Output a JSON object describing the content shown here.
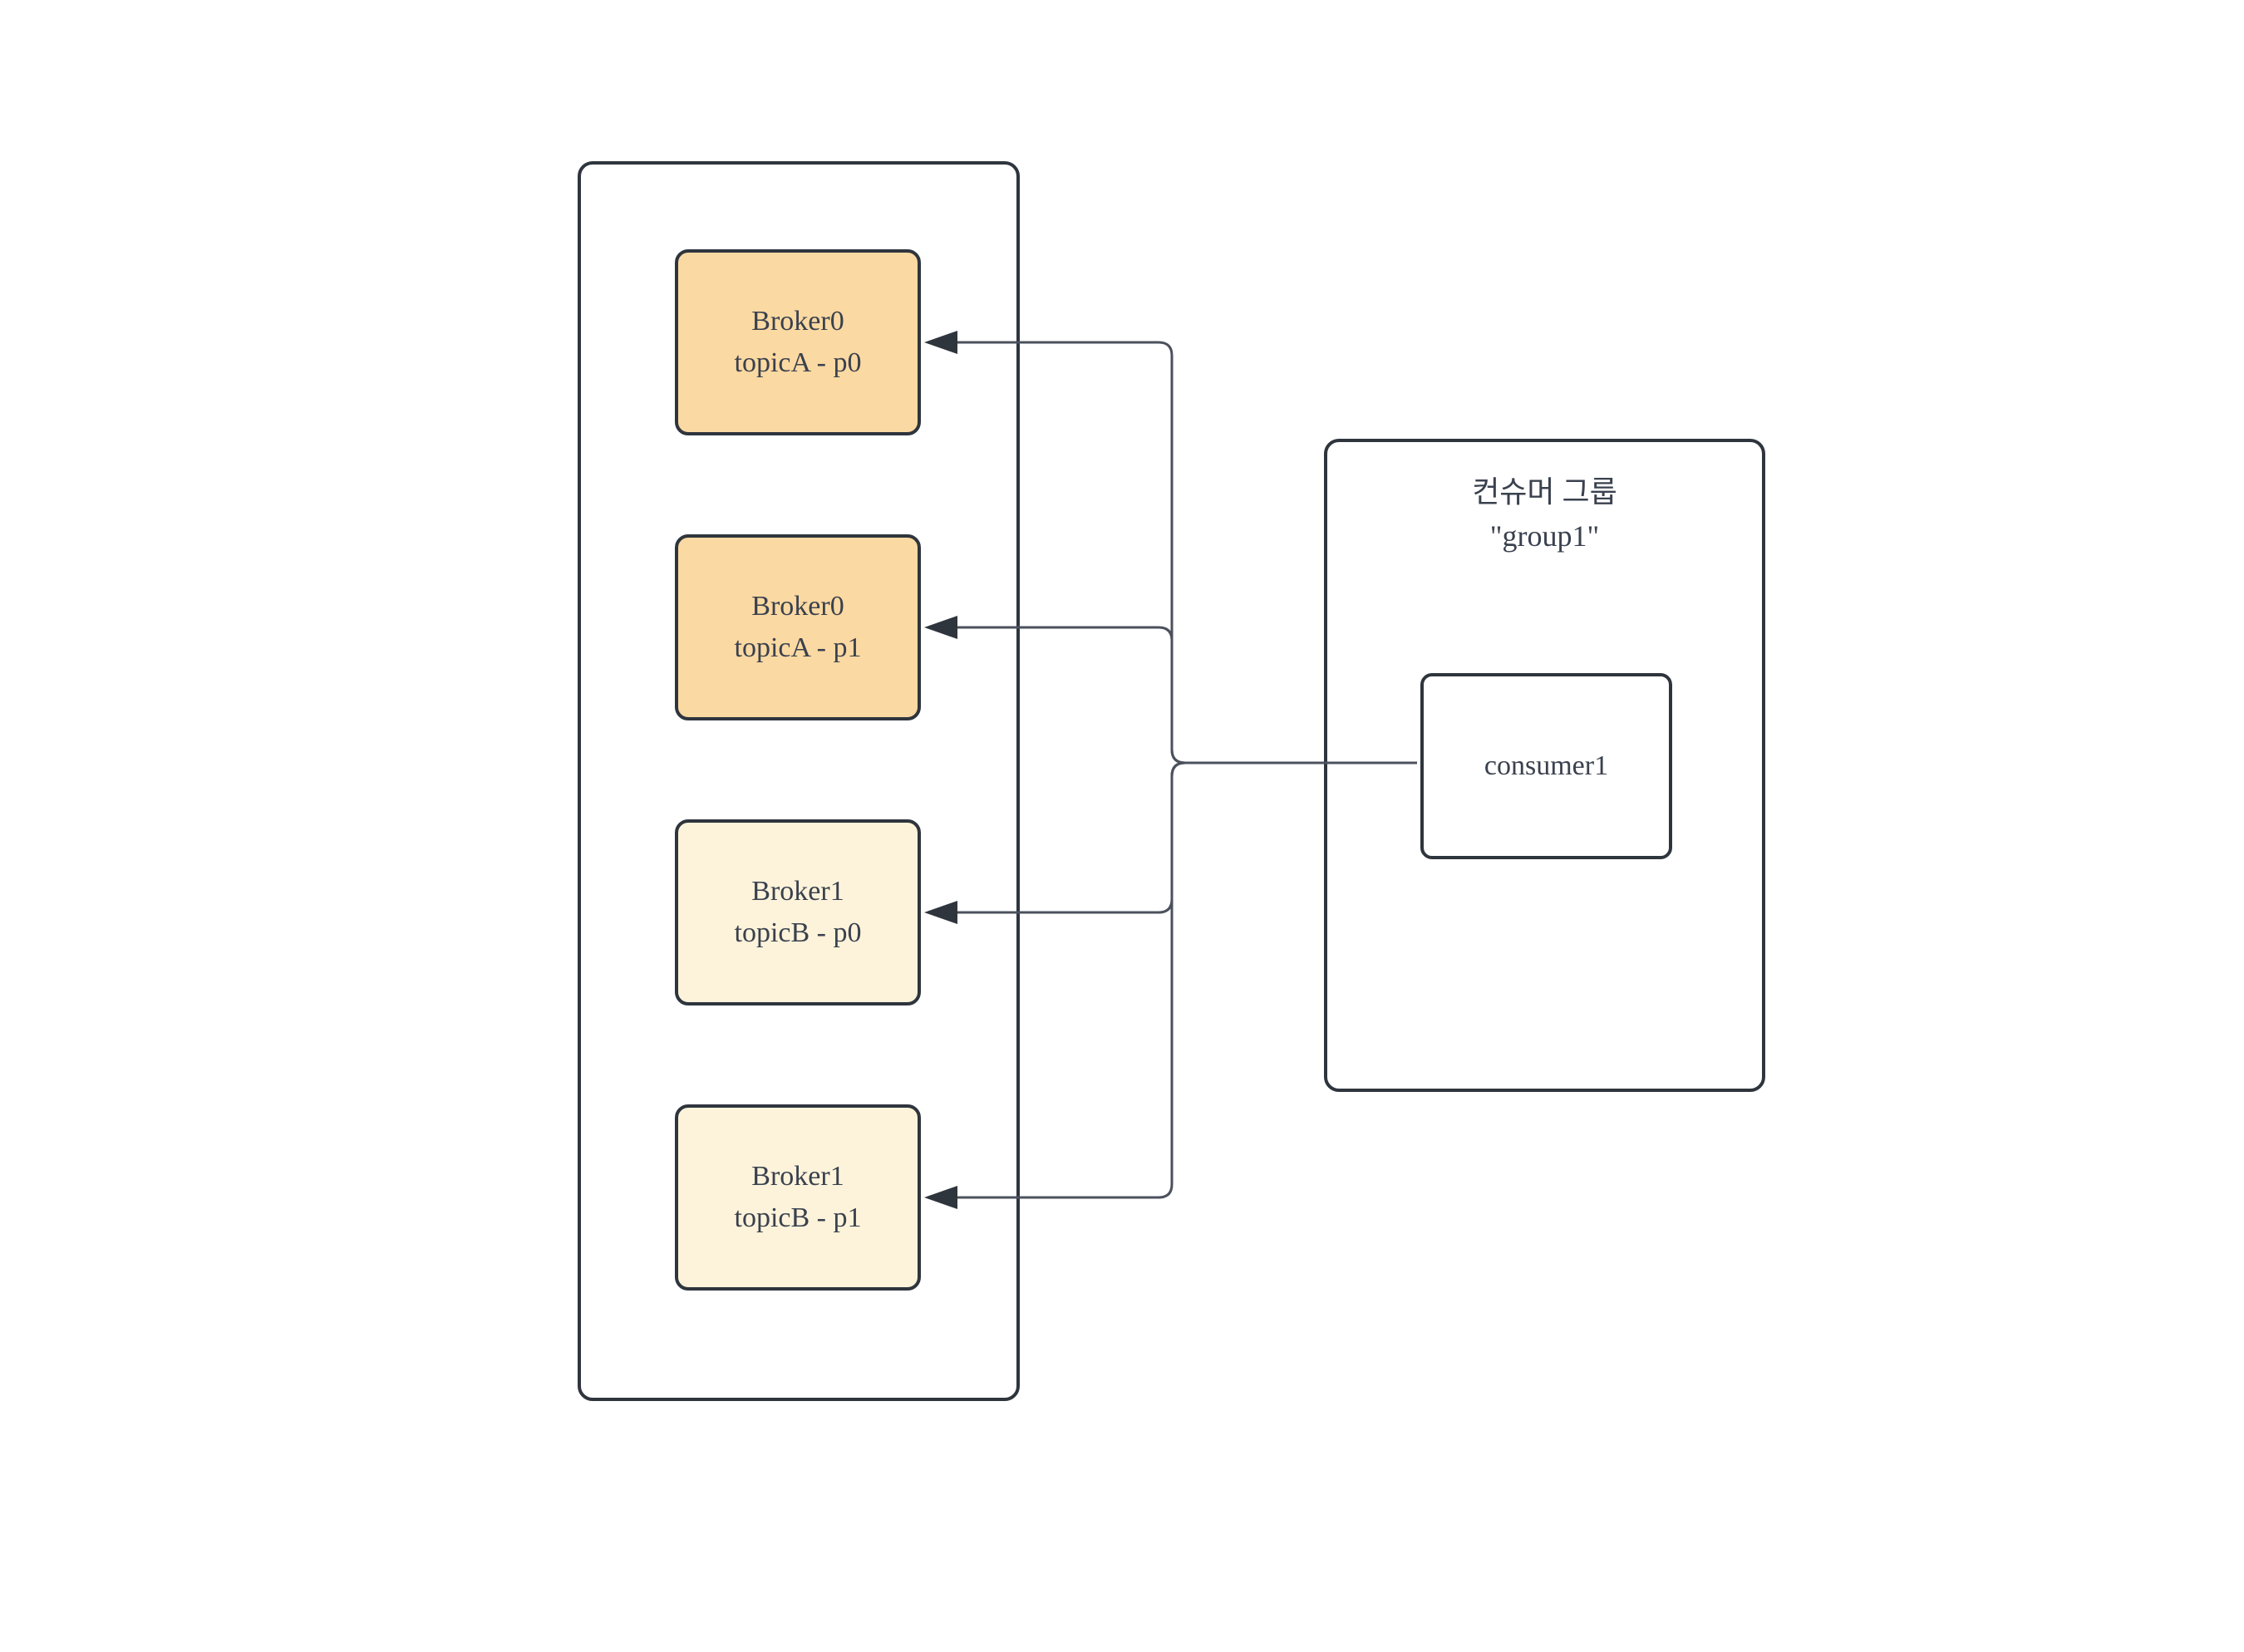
{
  "broker_cluster": {
    "boxes": [
      {
        "line1": "Broker0",
        "line2": "topicA - p0"
      },
      {
        "line1": "Broker0",
        "line2": "topicA - p1"
      },
      {
        "line1": "Broker1",
        "line2": "topicB - p0"
      },
      {
        "line1": "Broker1",
        "line2": "topicB - p1"
      }
    ]
  },
  "consumer_group": {
    "title_line1": "컨슈머 그룹",
    "title_line2": "\"group1\"",
    "consumer_label": "consumer1"
  },
  "colors": {
    "background": "#ffffff",
    "topic_a_fill": "#fbd9a2",
    "topic_b_fill": "#fdf3da",
    "box_stroke": "#2f353d",
    "connector_stroke": "#4b515c",
    "text": "#3a414e"
  }
}
